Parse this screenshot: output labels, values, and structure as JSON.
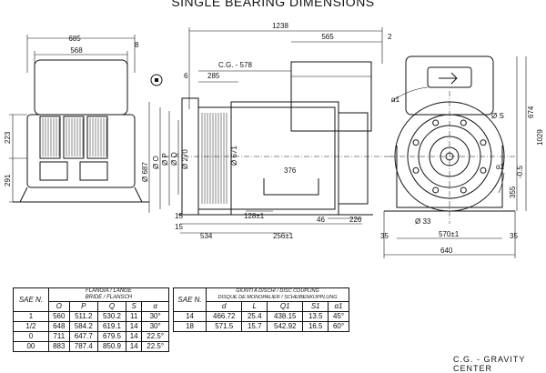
{
  "title": "SINGLE BEARING DIMENSIONS",
  "dims": {
    "w685": "685",
    "w568": "568",
    "d8": "8",
    "d1238": "1238",
    "d565": "565",
    "d2": "2",
    "cg": "C.G. - 578",
    "d6": "6",
    "d285": "285",
    "d223": "223",
    "d291": "291",
    "d687": "Ø 687",
    "d0": "Ø O",
    "dP": "Ø P",
    "dQ": "Ø Q",
    "d270": "Ø 270",
    "d671": "Ø 671",
    "d376": "376",
    "d15a": "15",
    "d128": "128±1",
    "d46": "46",
    "d226": "226",
    "d15b": "15",
    "d534": "534",
    "d256": "256±1",
    "a1": "α1",
    "aS": "Ø S",
    "a2": "α2",
    "d674": "674",
    "d1029": "1029",
    "d355": "355",
    "d0_5": "-0.5",
    "d33": "Ø 33",
    "d35a": "35",
    "d570": "570±1",
    "d35b": "35",
    "d640": "640"
  },
  "flange_table": {
    "header_sae": "SAE N.",
    "group_title_1": "FLANGIA / LANGE",
    "group_title_2": "BRIDE / FLANSCH",
    "cols": [
      "O",
      "P",
      "Q",
      "S",
      "α"
    ],
    "rows": [
      [
        "1",
        "560",
        "511.2",
        "530.2",
        "11",
        "30°"
      ],
      [
        "1/2",
        "648",
        "584.2",
        "619.1",
        "14",
        "30°"
      ],
      [
        "0",
        "711",
        "647.7",
        "679.5",
        "14",
        "22.5°"
      ],
      [
        "00",
        "883",
        "787.4",
        "850.9",
        "14",
        "22.5°"
      ]
    ]
  },
  "coupling_table": {
    "header_sae": "SAE N.",
    "group_title_1": "GIUNTI A DISCHI / DISC COUPLING",
    "group_title_2": "DISQUE DE MONOPALIER / SCHEIBENKUPPLUNG",
    "cols": [
      "d",
      "L",
      "Q1",
      "S1",
      "α1"
    ],
    "rows": [
      [
        "14",
        "466.72",
        "25.4",
        "438.15",
        "13.5",
        "45°"
      ],
      [
        "18",
        "571.5",
        "15.7",
        "542.92",
        "16.5",
        "60°"
      ]
    ]
  },
  "footer": "C.G. - GRAVITY CENTER"
}
